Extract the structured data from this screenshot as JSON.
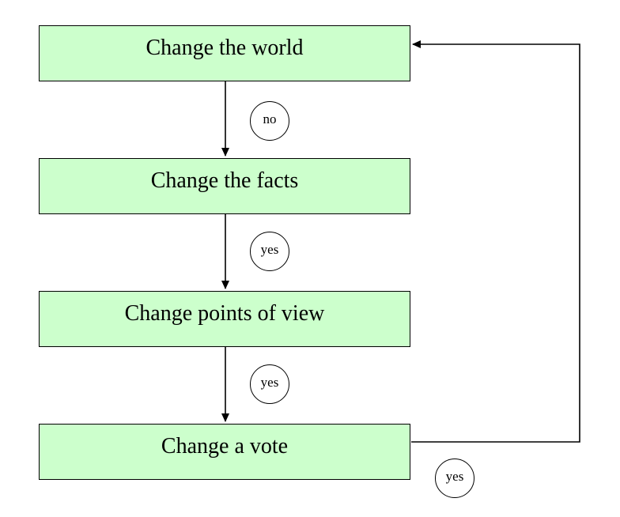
{
  "diagram": {
    "boxes": [
      {
        "label": "Change the world"
      },
      {
        "label": "Change the facts"
      },
      {
        "label": "Change points of view"
      },
      {
        "label": "Change a vote"
      }
    ],
    "edge_labels": [
      {
        "label": "no"
      },
      {
        "label": "yes"
      },
      {
        "label": "yes"
      },
      {
        "label": "yes"
      }
    ],
    "colors": {
      "box_fill": "#ccffcc",
      "stroke": "#000000",
      "background": "#ffffff"
    }
  }
}
